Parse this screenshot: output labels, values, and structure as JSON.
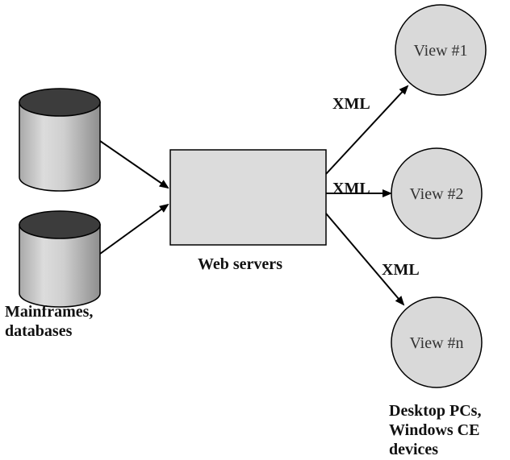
{
  "sources": {
    "label_line1": "Mainframes,",
    "label_line2": "databases"
  },
  "server": {
    "label": "Web servers"
  },
  "edge_labels": {
    "xml_top": "XML",
    "xml_middle": "XML",
    "xml_bottom": "XML"
  },
  "views": {
    "view1": "View #1",
    "view2": "View #2",
    "viewN": "View #n"
  },
  "clients": {
    "label_line1": "Desktop PCs,",
    "label_line2": "Windows CE",
    "label_line3": "devices"
  }
}
